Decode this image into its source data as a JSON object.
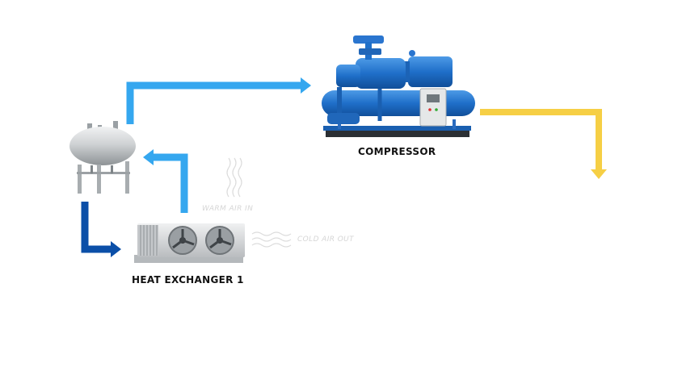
{
  "labels": {
    "compressor": "COMPRESSOR",
    "heat_exchanger": "HEAT EXCHANGER 1",
    "warm_air_in": "WARM AIR IN",
    "cold_air_out": "COLD AIR OUT"
  },
  "colors": {
    "light_blue_flow": "#35a7ef",
    "dark_blue_flow": "#0b4fa8",
    "yellow_flow": "#f6cf45",
    "compressor_blue": "#1f6fc9",
    "tank_gray": "#c9ccce",
    "unit_gray": "#dcdedf"
  },
  "icons": {
    "warm_air": "wavy-air-icon",
    "cold_air": "wavy-air-icon"
  }
}
